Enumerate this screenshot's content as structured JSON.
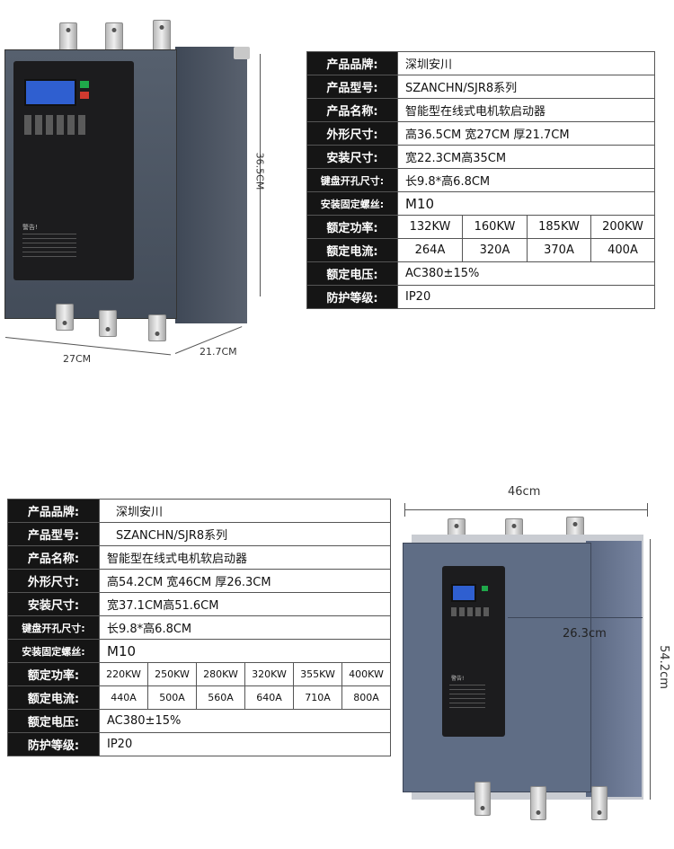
{
  "top": {
    "dims": {
      "height": "36.5CM",
      "width": "27CM",
      "depth": "21.7CM"
    },
    "panel": {
      "warning": "警告!"
    },
    "spec_rows": [
      {
        "label": "产品品牌:",
        "value": "深圳安川"
      },
      {
        "label": "产品型号:",
        "value": "SZANCHN/SJR8系列"
      },
      {
        "label": "产品名称:",
        "value": "智能型在线式电机软启动器"
      },
      {
        "label": "外形尺寸:",
        "value": "高36.5CM 宽27CM 厚21.7CM"
      },
      {
        "label": "安装尺寸:",
        "value": "宽22.3CM高35CM"
      },
      {
        "label": "键盘开孔尺寸:",
        "value": "长9.8*高6.8CM"
      },
      {
        "label": "安装固定螺丝:",
        "value": "M10"
      }
    ],
    "power_label": "额定功率:",
    "power_values": [
      "132KW",
      "160KW",
      "185KW",
      "200KW"
    ],
    "current_label": "额定电流:",
    "current_values": [
      "264A",
      "320A",
      "370A",
      "400A"
    ],
    "voltage": {
      "label": "额定电压:",
      "value": "AC380±15%"
    },
    "protection": {
      "label": "防护等级:",
      "value": "IP20"
    }
  },
  "bottom": {
    "dims": {
      "width": "46cm",
      "depth": "26.3cm",
      "height": "54.2cm"
    },
    "panel": {
      "warning": "警告!"
    },
    "spec_rows": [
      {
        "label": "产品品牌:",
        "value": "深圳安川"
      },
      {
        "label": "产品型号:",
        "value": "SZANCHN/SJR8系列"
      },
      {
        "label": "产品名称:",
        "value": "智能型在线式电机软启动器"
      },
      {
        "label": "外形尺寸:",
        "value": "高54.2CM 宽46CM 厚26.3CM"
      },
      {
        "label": "安装尺寸:",
        "value": "宽37.1CM高51.6CM"
      },
      {
        "label": "键盘开孔尺寸:",
        "value": "长9.8*高6.8CM"
      },
      {
        "label": "安装固定螺丝:",
        "value": "M10"
      }
    ],
    "power_label": "额定功率:",
    "power_values": [
      "220KW",
      "250KW",
      "280KW",
      "320KW",
      "355KW",
      "400KW"
    ],
    "current_label": "额定电流:",
    "current_values": [
      "440A",
      "500A",
      "560A",
      "640A",
      "710A",
      "800A"
    ],
    "voltage": {
      "label": "额定电压:",
      "value": "AC380±15%"
    },
    "protection": {
      "label": "防护等级:",
      "value": "IP20"
    }
  },
  "colors": {
    "table_label_bg": "#151515",
    "device_body": "#4a5564",
    "device_body_large": "#5d6b82",
    "panel_front": "#1c1c1e",
    "lcd": "#2f5fd0",
    "green_button": "#1fa84a"
  }
}
